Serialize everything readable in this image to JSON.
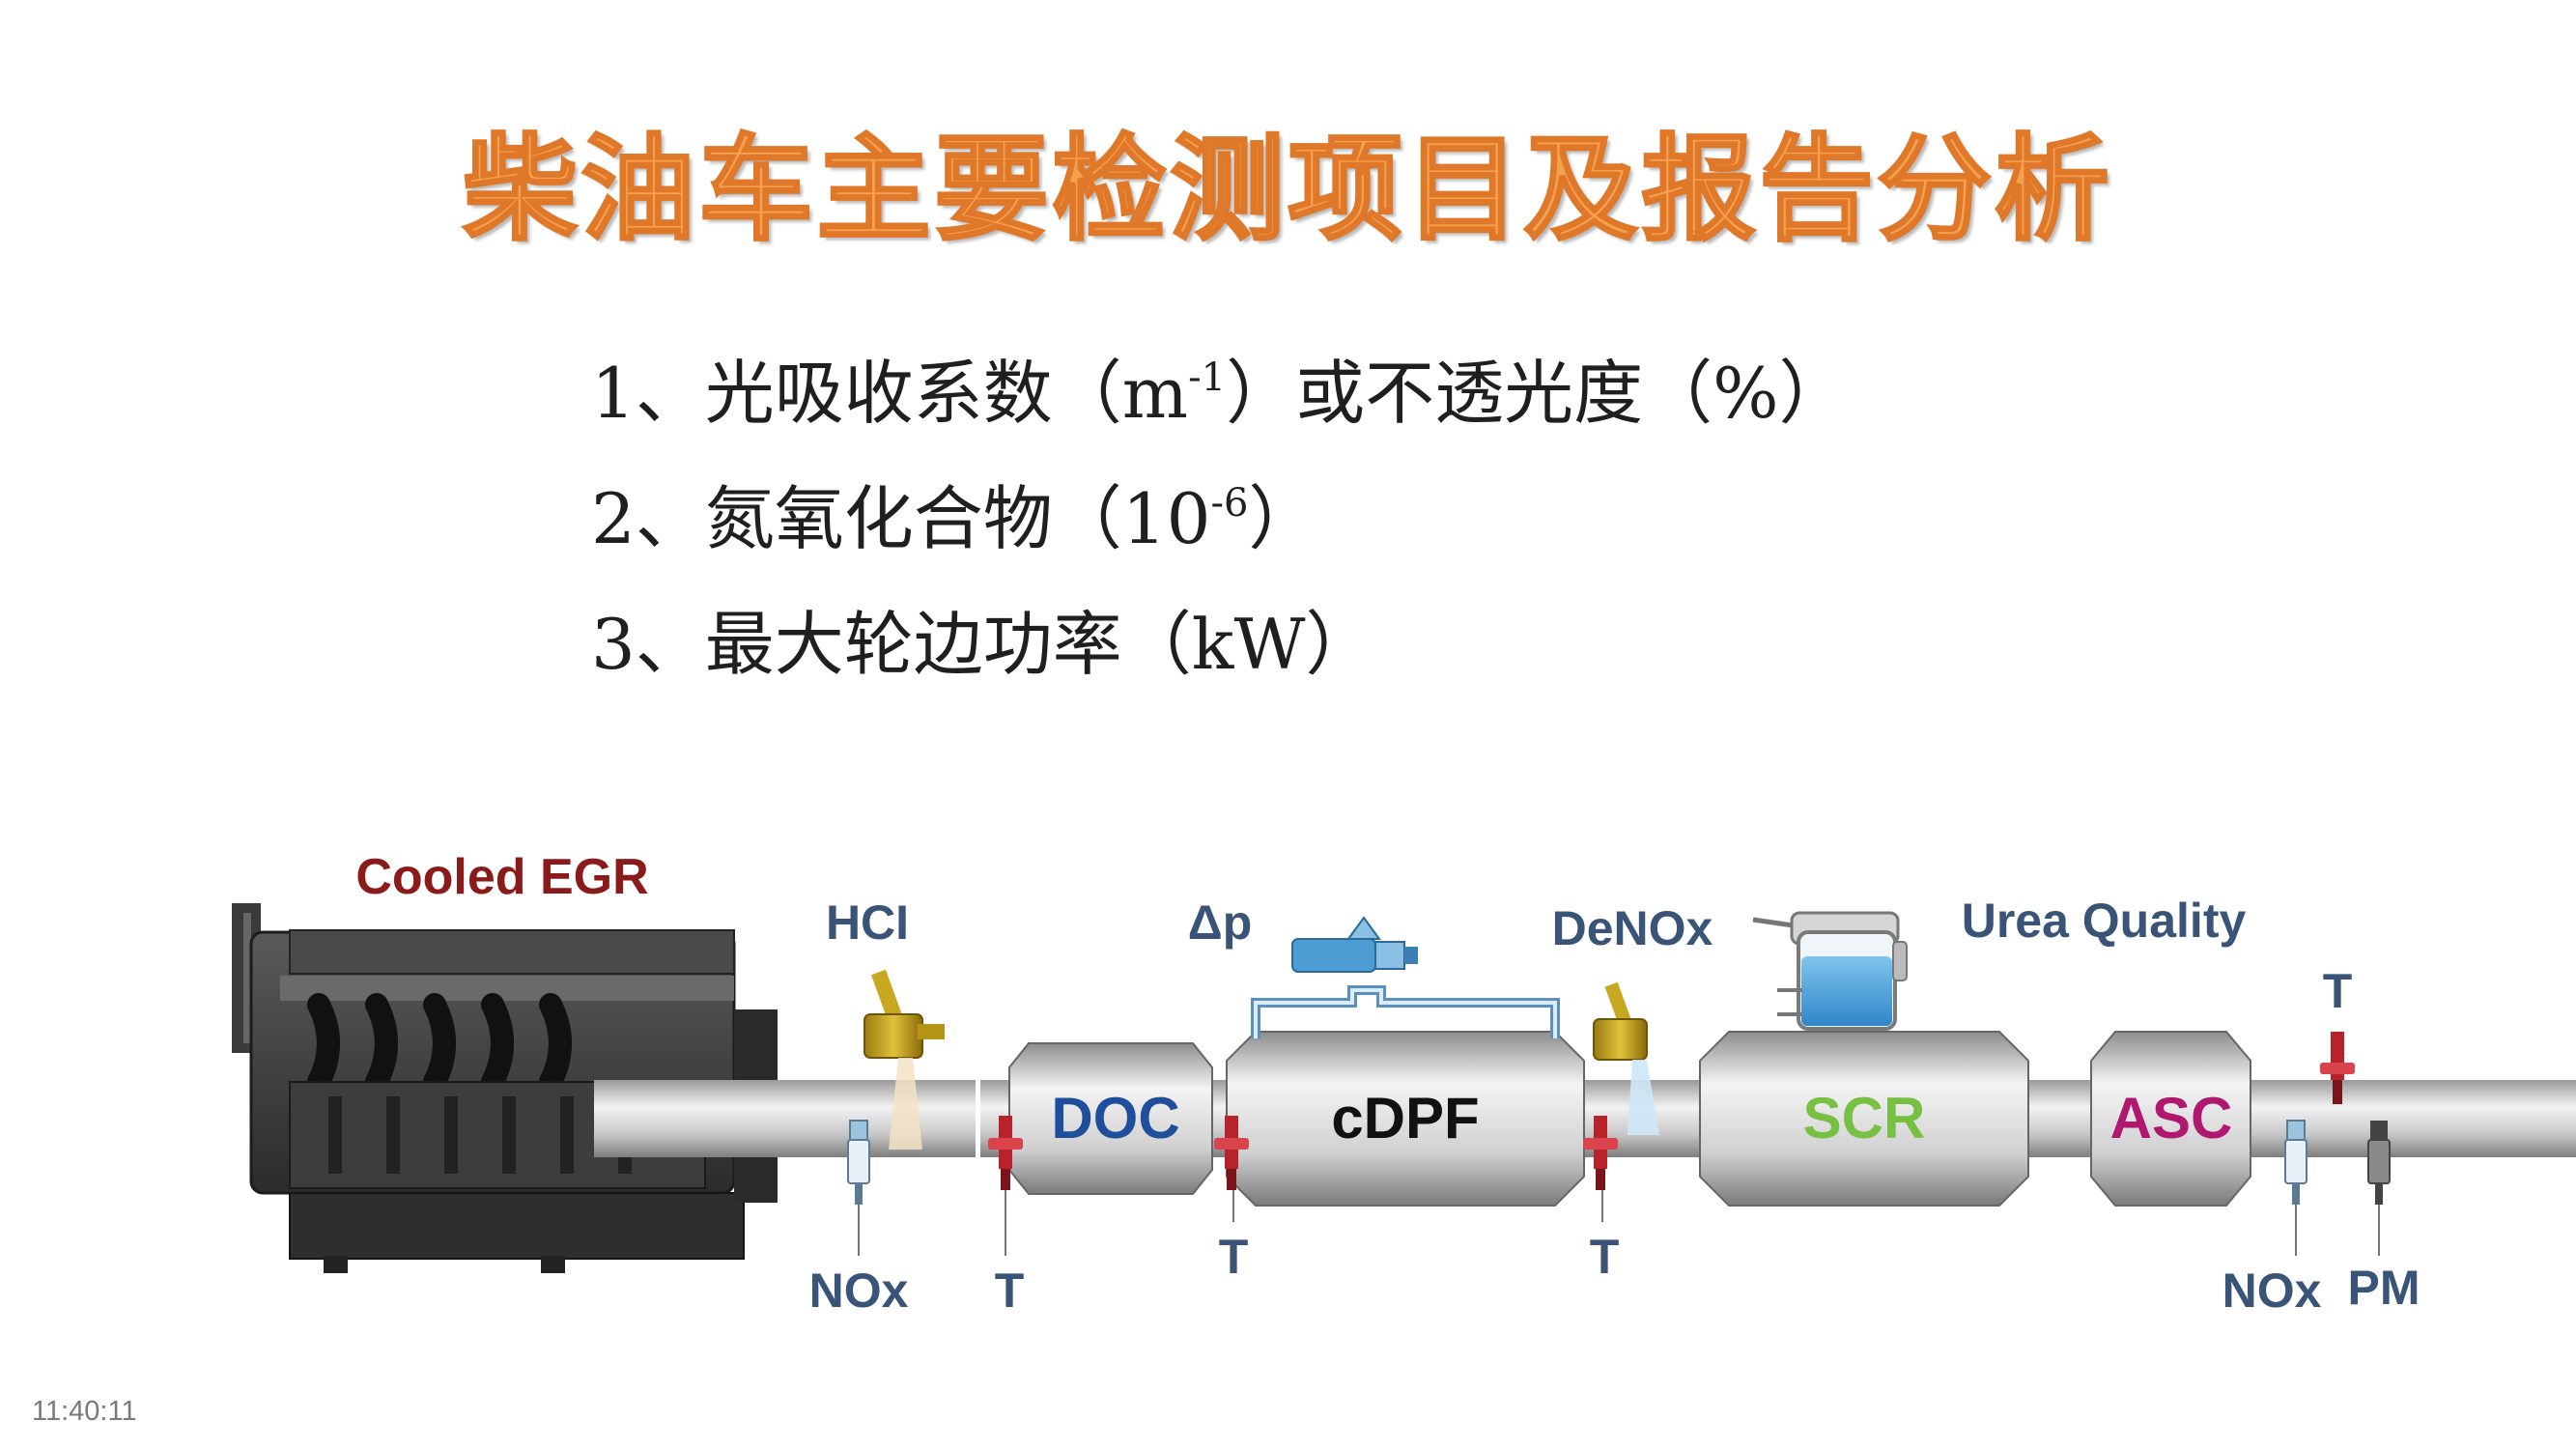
{
  "title": "柴油车主要检测项目及报告分析",
  "items": [
    {
      "prefix": "1、光吸收系数（m",
      "sup": "-1",
      "suffix": "）或不透光度（%）"
    },
    {
      "prefix": "2、氮氧化合物（10",
      "sup": "-6",
      "suffix": "）"
    },
    {
      "prefix": "3、最大轮边功率（kW）",
      "sup": "",
      "suffix": ""
    }
  ],
  "diagram": {
    "labels": {
      "cooled_egr": "Cooled EGR",
      "hci": "HCI",
      "dp": "Δp",
      "denox": "DeNOx",
      "urea_quality": "Urea Quality",
      "doc": "DOC",
      "cdpf": "cDPF",
      "scr": "SCR",
      "asc": "ASC",
      "nox_1": "NOx",
      "t_1": "T",
      "t_2": "T",
      "t_3": "T",
      "t_4": "T",
      "nox_2": "NOx",
      "pm": "PM"
    },
    "colors": {
      "title_fill": "#f5a14f",
      "egr_label": "#8b1a1a",
      "sensor_label": "#3a5478",
      "doc_text": "#1f4f9c",
      "cdpf_text": "#111111",
      "scr_text": "#77c043",
      "asc_text": "#b0176e",
      "temp_sensor": "#b8232b"
    }
  },
  "timestamp": "11:40:11"
}
